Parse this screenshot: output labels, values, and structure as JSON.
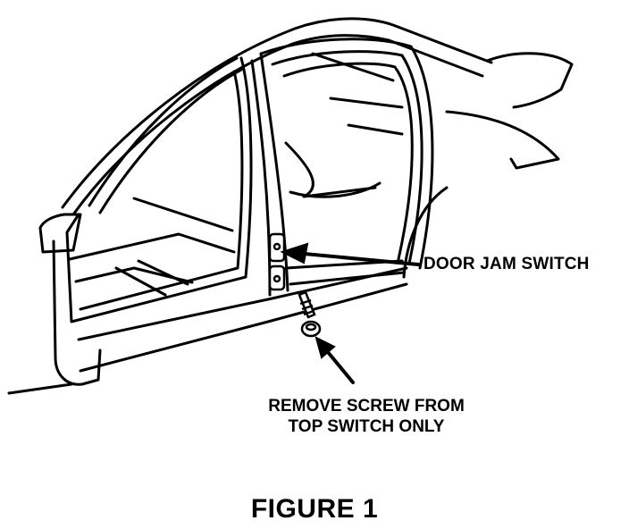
{
  "labels": {
    "door_jam_switch": "DOOR JAM SWITCH",
    "remove_screw_line1": "REMOVE SCREW FROM",
    "remove_screw_line2": "TOP SWITCH ONLY"
  },
  "caption": "FIGURE 1",
  "colors": {
    "ink": "#000000",
    "paper": "#ffffff"
  }
}
